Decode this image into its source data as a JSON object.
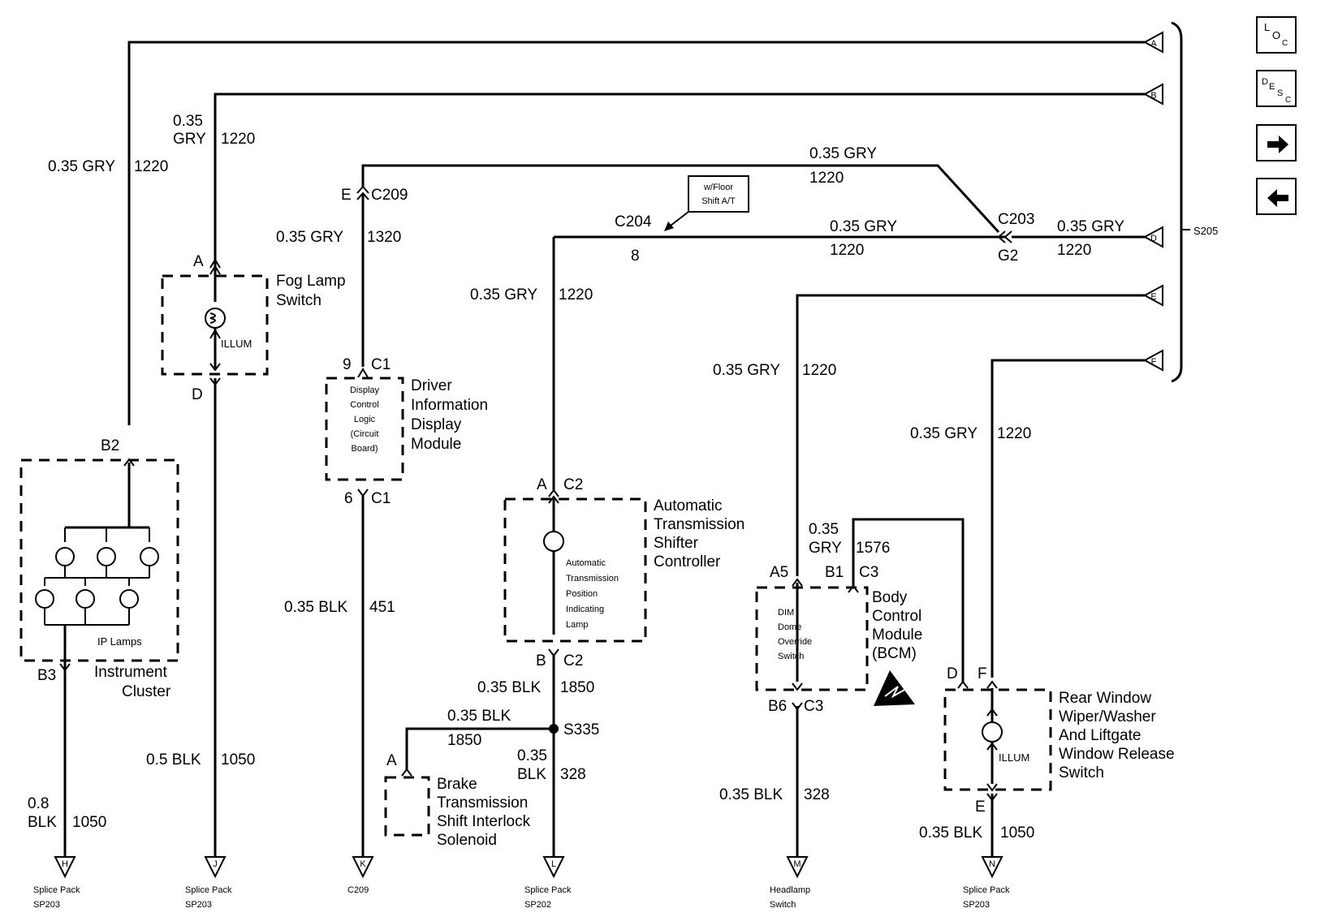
{
  "connectors_right": {
    "A": "A",
    "B": "B",
    "D": "D",
    "E": "E",
    "F": "F",
    "splice": "S205"
  },
  "wire_labels": {
    "w1_gauge": "0.35 GRY",
    "w1_circuit": "1220",
    "w2_gauge_a": "0.35",
    "w2_gauge_b": "GRY",
    "w2_circuit": "1220",
    "top_gauge": "0.35 GRY",
    "top_circuit": "1220",
    "mid_gauge": "0.35 GRY",
    "mid_circuit": "1220",
    "right_gauge": "0.35 GRY",
    "right_circuit": "1220",
    "dim_gauge": "0.35 GRY",
    "dim_circuit": "1320",
    "ats_gauge": "0.35 GRY",
    "ats_circuit": "1220",
    "bcm_gauge": "0.35 GRY",
    "bcm_circuit": "1220",
    "rw_gauge": "0.35 GRY",
    "rw_circuit": "1220",
    "bcm2_gauge_a": "0.35",
    "bcm2_gauge_b": "GRY",
    "bcm2_circuit": "1576",
    "dimb_gauge": "0.35 BLK",
    "dimb_circuit": "451",
    "atsb_gauge": "0.35 BLK",
    "atsb_circuit": "1850",
    "brk_gauge": "0.35 BLK",
    "brk_circuit": "1850",
    "s335_gauge_a": "0.35",
    "s335_gauge_b": "BLK",
    "s335_circuit": "328",
    "fog_gauge": "0.5 BLK",
    "fog_circuit": "1050",
    "ic_gauge_a": "0.8",
    "ic_gauge_b": "BLK",
    "ic_circuit": "1050",
    "hl_gauge": "0.35 BLK",
    "hl_circuit": "328",
    "rwb_gauge": "0.35 BLK",
    "rwb_circuit": "1050"
  },
  "connectors": {
    "c209": "C209",
    "c209_pin": "E",
    "c204": "C204",
    "c204_pin": "8",
    "c203": "C203",
    "c203_pin": "G2",
    "floor_note_a": "w/Floor",
    "floor_note_b": "Shift A/T",
    "s335": "S335"
  },
  "components": {
    "fog": {
      "name_a": "Fog Lamp",
      "name_b": "Switch",
      "pin_top": "A",
      "pin_bot": "D",
      "lamp": "ILLUM"
    },
    "dim": {
      "name_a": "Driver",
      "name_b": "Information",
      "name_c": "Display",
      "name_d": "Module",
      "inner_a": "Display",
      "inner_b": "Control",
      "inner_c": "Logic",
      "inner_d": "(Circuit",
      "inner_e": "Board)",
      "pin_top": "9",
      "conn_top": "C1",
      "pin_bot": "6",
      "conn_bot": "C1"
    },
    "ic": {
      "name_a": "Instrument",
      "name_b": "Cluster",
      "pin_top": "B2",
      "pin_bot": "B3",
      "lamps": "IP Lamps"
    },
    "ats": {
      "name_a": "Automatic",
      "name_b": "Transmission",
      "name_c": "Shifter",
      "name_d": "Controller",
      "inner_a": "Automatic",
      "inner_b": "Transmission",
      "inner_c": "Position",
      "inner_d": "Indicating",
      "inner_e": "Lamp",
      "pin_top": "A",
      "conn_top": "C2",
      "pin_bot": "B",
      "conn_bot": "C2"
    },
    "brake": {
      "name_a": "Brake",
      "name_b": "Transmission",
      "name_c": "Shift Interlock",
      "name_d": "Solenoid",
      "pin": "A"
    },
    "bcm": {
      "name_a": "Body",
      "name_b": "Control",
      "name_c": "Module",
      "name_d": "(BCM)",
      "inner_a": "DIM",
      "inner_b": "Dome",
      "inner_c": "Override",
      "inner_d": "Switch",
      "pin_a5": "A5",
      "pin_b1": "B1",
      "conn_c3": "C3",
      "pin_b6": "B6",
      "conn_c3b": "C3"
    },
    "rw": {
      "name_a": "Rear Window",
      "name_b": "Wiper/Washer",
      "name_c": "And Liftgate",
      "name_d": "Window Release",
      "name_e": "Switch",
      "pin_d": "D",
      "pin_f": "F",
      "pin_e": "E",
      "lamp": "ILLUM"
    }
  },
  "grounds": [
    {
      "letter": "H",
      "line1": "Splice Pack",
      "line2": "SP203"
    },
    {
      "letter": "J",
      "line1": "Splice Pack",
      "line2": "SP203"
    },
    {
      "letter": "K",
      "line1": "C209",
      "line2": ""
    },
    {
      "letter": "L",
      "line1": "Splice Pack",
      "line2": "SP202"
    },
    {
      "letter": "M",
      "line1": "Headlamp",
      "line2": "Switch"
    },
    {
      "letter": "N",
      "line1": "Splice Pack",
      "line2": "SP203"
    }
  ],
  "nav": {
    "loc_main": "L",
    "loc_sub1": "O",
    "loc_sub2": "C",
    "desc_main": "D",
    "desc_sub1": "E",
    "desc_sub2": "S",
    "desc_sub3": "C"
  }
}
